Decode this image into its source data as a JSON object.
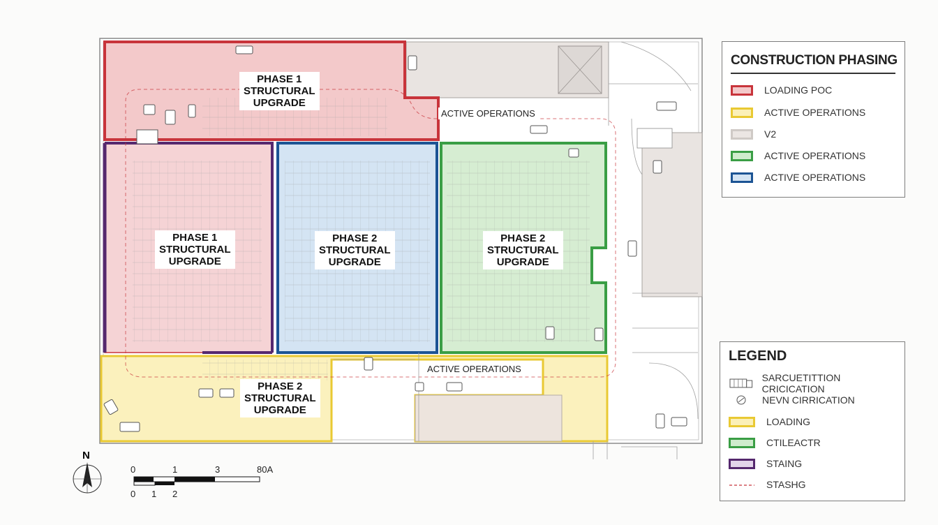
{
  "zone_labels": {
    "phase1_top": [
      "PHASE 1",
      "STRUCTURAL",
      "UPGRADE"
    ],
    "phase1_left": [
      "PHASE 1",
      "STRUCTURAL",
      "UPGRADE"
    ],
    "phase2_mid": [
      "PHASE 2",
      "STRUCTURAL",
      "UPGRADE"
    ],
    "phase2_right": [
      "PHASE 2",
      "STRUCTURAL",
      "UPGRADE"
    ],
    "phase2_bottom": [
      "PHASE 2",
      "STRUCTURAL",
      "UPGRADE"
    ]
  },
  "operations_labels": {
    "top": "ACTIVE OPERATIONS",
    "bottom": "ACTIVE OPERATIONS"
  },
  "phasing_panel": {
    "title": "CONSTRUCTION PHASING",
    "items": [
      {
        "label": "LOADING POC",
        "color": "#c8343b",
        "fill": "#f3c9ca"
      },
      {
        "label": "ACTIVE OPERATIONS",
        "color": "#e9c933",
        "fill": "#fbf0b8"
      },
      {
        "label": "V2",
        "color": "#cfcac6",
        "fill": "#ebe6e3"
      },
      {
        "label": "ACTIVE OPERATIONS",
        "color": "#3a9e45",
        "fill": "#cfeccd"
      },
      {
        "label": "ACTIVE OPERATIONS",
        "color": "#1c5494",
        "fill": "#d4e4f3"
      }
    ]
  },
  "legend_panel": {
    "title": "LEGEND",
    "items": [
      {
        "label": "SARCUETITTION CRICICATION",
        "icon": "vehicle-icon"
      },
      {
        "label": "NEVN CIRRICATION",
        "icon": "no-entry-icon"
      },
      {
        "label": "LOADING",
        "color": "#e9c933",
        "fill": "#fbf0b8"
      },
      {
        "label": "CTILEACTR",
        "color": "#3a9e45",
        "fill": "#cfeccd"
      },
      {
        "label": "STAING",
        "color": "#55286e",
        "fill": "#e3d4ea"
      },
      {
        "label": "STASHG",
        "icon": "dashed-line-icon",
        "color": "#c8343b"
      }
    ]
  },
  "north_arrow": "N",
  "scale_bar": {
    "top_labels": [
      "0",
      "1",
      "3",
      "80A"
    ],
    "bottom_labels": [
      "0",
      "1",
      "2"
    ]
  },
  "colors": {
    "phase1": "#c8343b",
    "phase1_fill": "#f3c9ca",
    "phase2_blue": "#1c5494",
    "phase2_blue_fill": "#d4e4f3",
    "phase2_green": "#3a9e45",
    "phase2_green_fill": "#d6edd2",
    "loading_yellow": "#e9c933",
    "loading_fill": "#fbf1bd",
    "staging_purple": "#55286e",
    "service_gray": "#e9e4e1",
    "line": "#8a8a8a"
  }
}
